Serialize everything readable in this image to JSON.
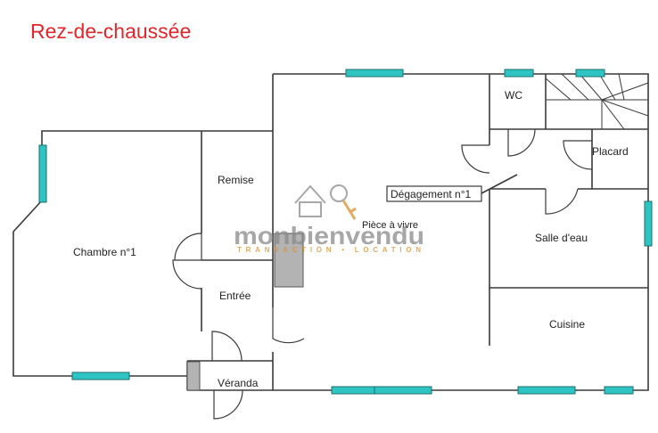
{
  "title": "Rez-de-chaussée",
  "rooms": {
    "wc": "WC",
    "placard": "Placard",
    "remise": "Remise",
    "degagement": "Dégagement n°1",
    "piece_a_vivre": "Pièce à vivre",
    "chambre": "Chambre n°1",
    "salle_eau": "Salle d'eau",
    "entree": "Entrée",
    "cuisine": "Cuisine",
    "veranda": "Véranda"
  },
  "watermark": {
    "brand": "monbienvendu",
    "tagline": "TRANSACTION • LOCATION"
  },
  "colors": {
    "title": "#e3262b",
    "wall": "#3a3a3a",
    "window": "#2ec4c4",
    "pillar": "#b3b3b3",
    "watermark": "#8a8a8a"
  }
}
